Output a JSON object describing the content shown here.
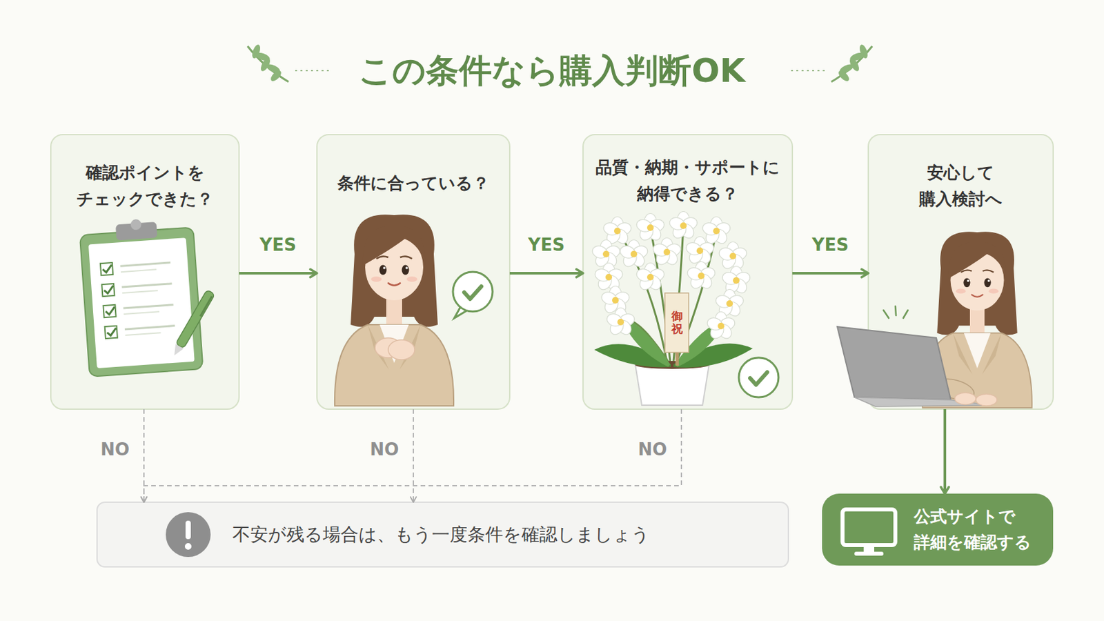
{
  "diagram": {
    "title": "この条件なら購入判断OK",
    "nodes": [
      {
        "text": [
          "確認ポイントを チェックできた？"
        ]
      },
      {
        "text": [
          "条件に合っている？"
        ]
      },
      {
        "text": [
          "品質・納期・サポートに 納得できる？"
        ]
      },
      {
        "text": [
          "安心して 購入検討へ"
        ]
      },
      {
        "text": [
          "不安が残る場合は、もう一度条件を確認しましょう"
        ]
      },
      {
        "text": [
          "公式サイトで 詳細を確認する"
        ]
      }
    ],
    "edges": [
      {
        "from": 0,
        "to": 1,
        "label": "YES",
        "arrow": "to"
      },
      {
        "from": 1,
        "to": 2,
        "label": "YES",
        "arrow": "to"
      },
      {
        "from": 2,
        "to": 3,
        "label": "YES",
        "arrow": "to"
      },
      {
        "from": 3,
        "to": 5,
        "arrow": "to"
      },
      {
        "from": 0,
        "to": 4,
        "label": "NO",
        "arrow": "to"
      },
      {
        "from": 1,
        "to": 4,
        "label": "NO",
        "arrow": "to"
      },
      {
        "from": 2,
        "to": 4,
        "label": "NO",
        "arrow": "to"
      }
    ],
    "labels": [
      "御祝"
    ]
  }
}
